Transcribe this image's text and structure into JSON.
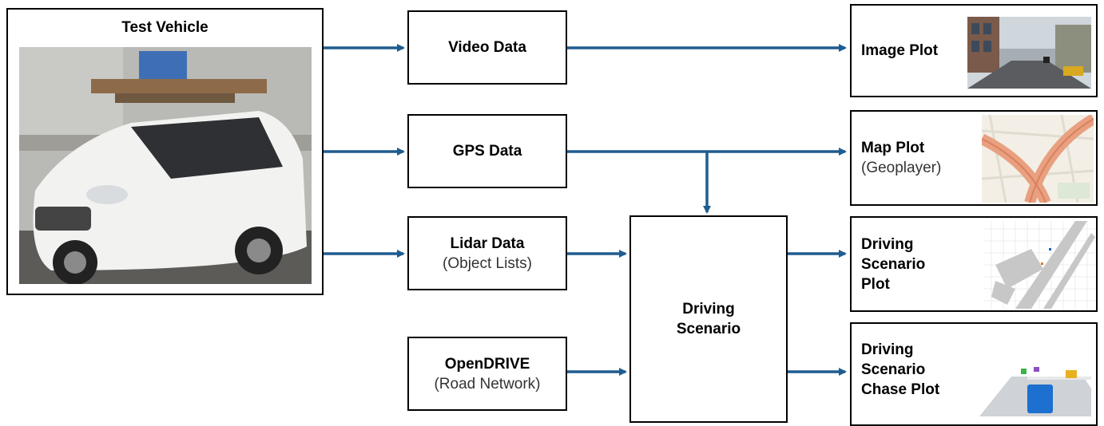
{
  "vehicle": {
    "title": "Test Vehicle"
  },
  "video": {
    "title": "Video Data"
  },
  "gps": {
    "title": "GPS Data"
  },
  "lidar": {
    "title": "Lidar Data",
    "subtitle": "(Object Lists)"
  },
  "opendrive": {
    "title": "OpenDRIVE",
    "subtitle": "(Road Network)"
  },
  "scenario": {
    "title_line1": "Driving",
    "title_line2": "Scenario"
  },
  "outputs": {
    "image_plot": {
      "title": "Image Plot"
    },
    "map_plot": {
      "title": "Map Plot",
      "subtitle": "(Geoplayer)"
    },
    "scenario_plot": {
      "line1": "Driving",
      "line2": "Scenario",
      "line3": "Plot"
    },
    "chase_plot": {
      "line1": "Driving",
      "line2": "Scenario",
      "line3": "Chase Plot"
    }
  },
  "colors": {
    "arrow": "#1f5c8f",
    "border": "#000000"
  }
}
